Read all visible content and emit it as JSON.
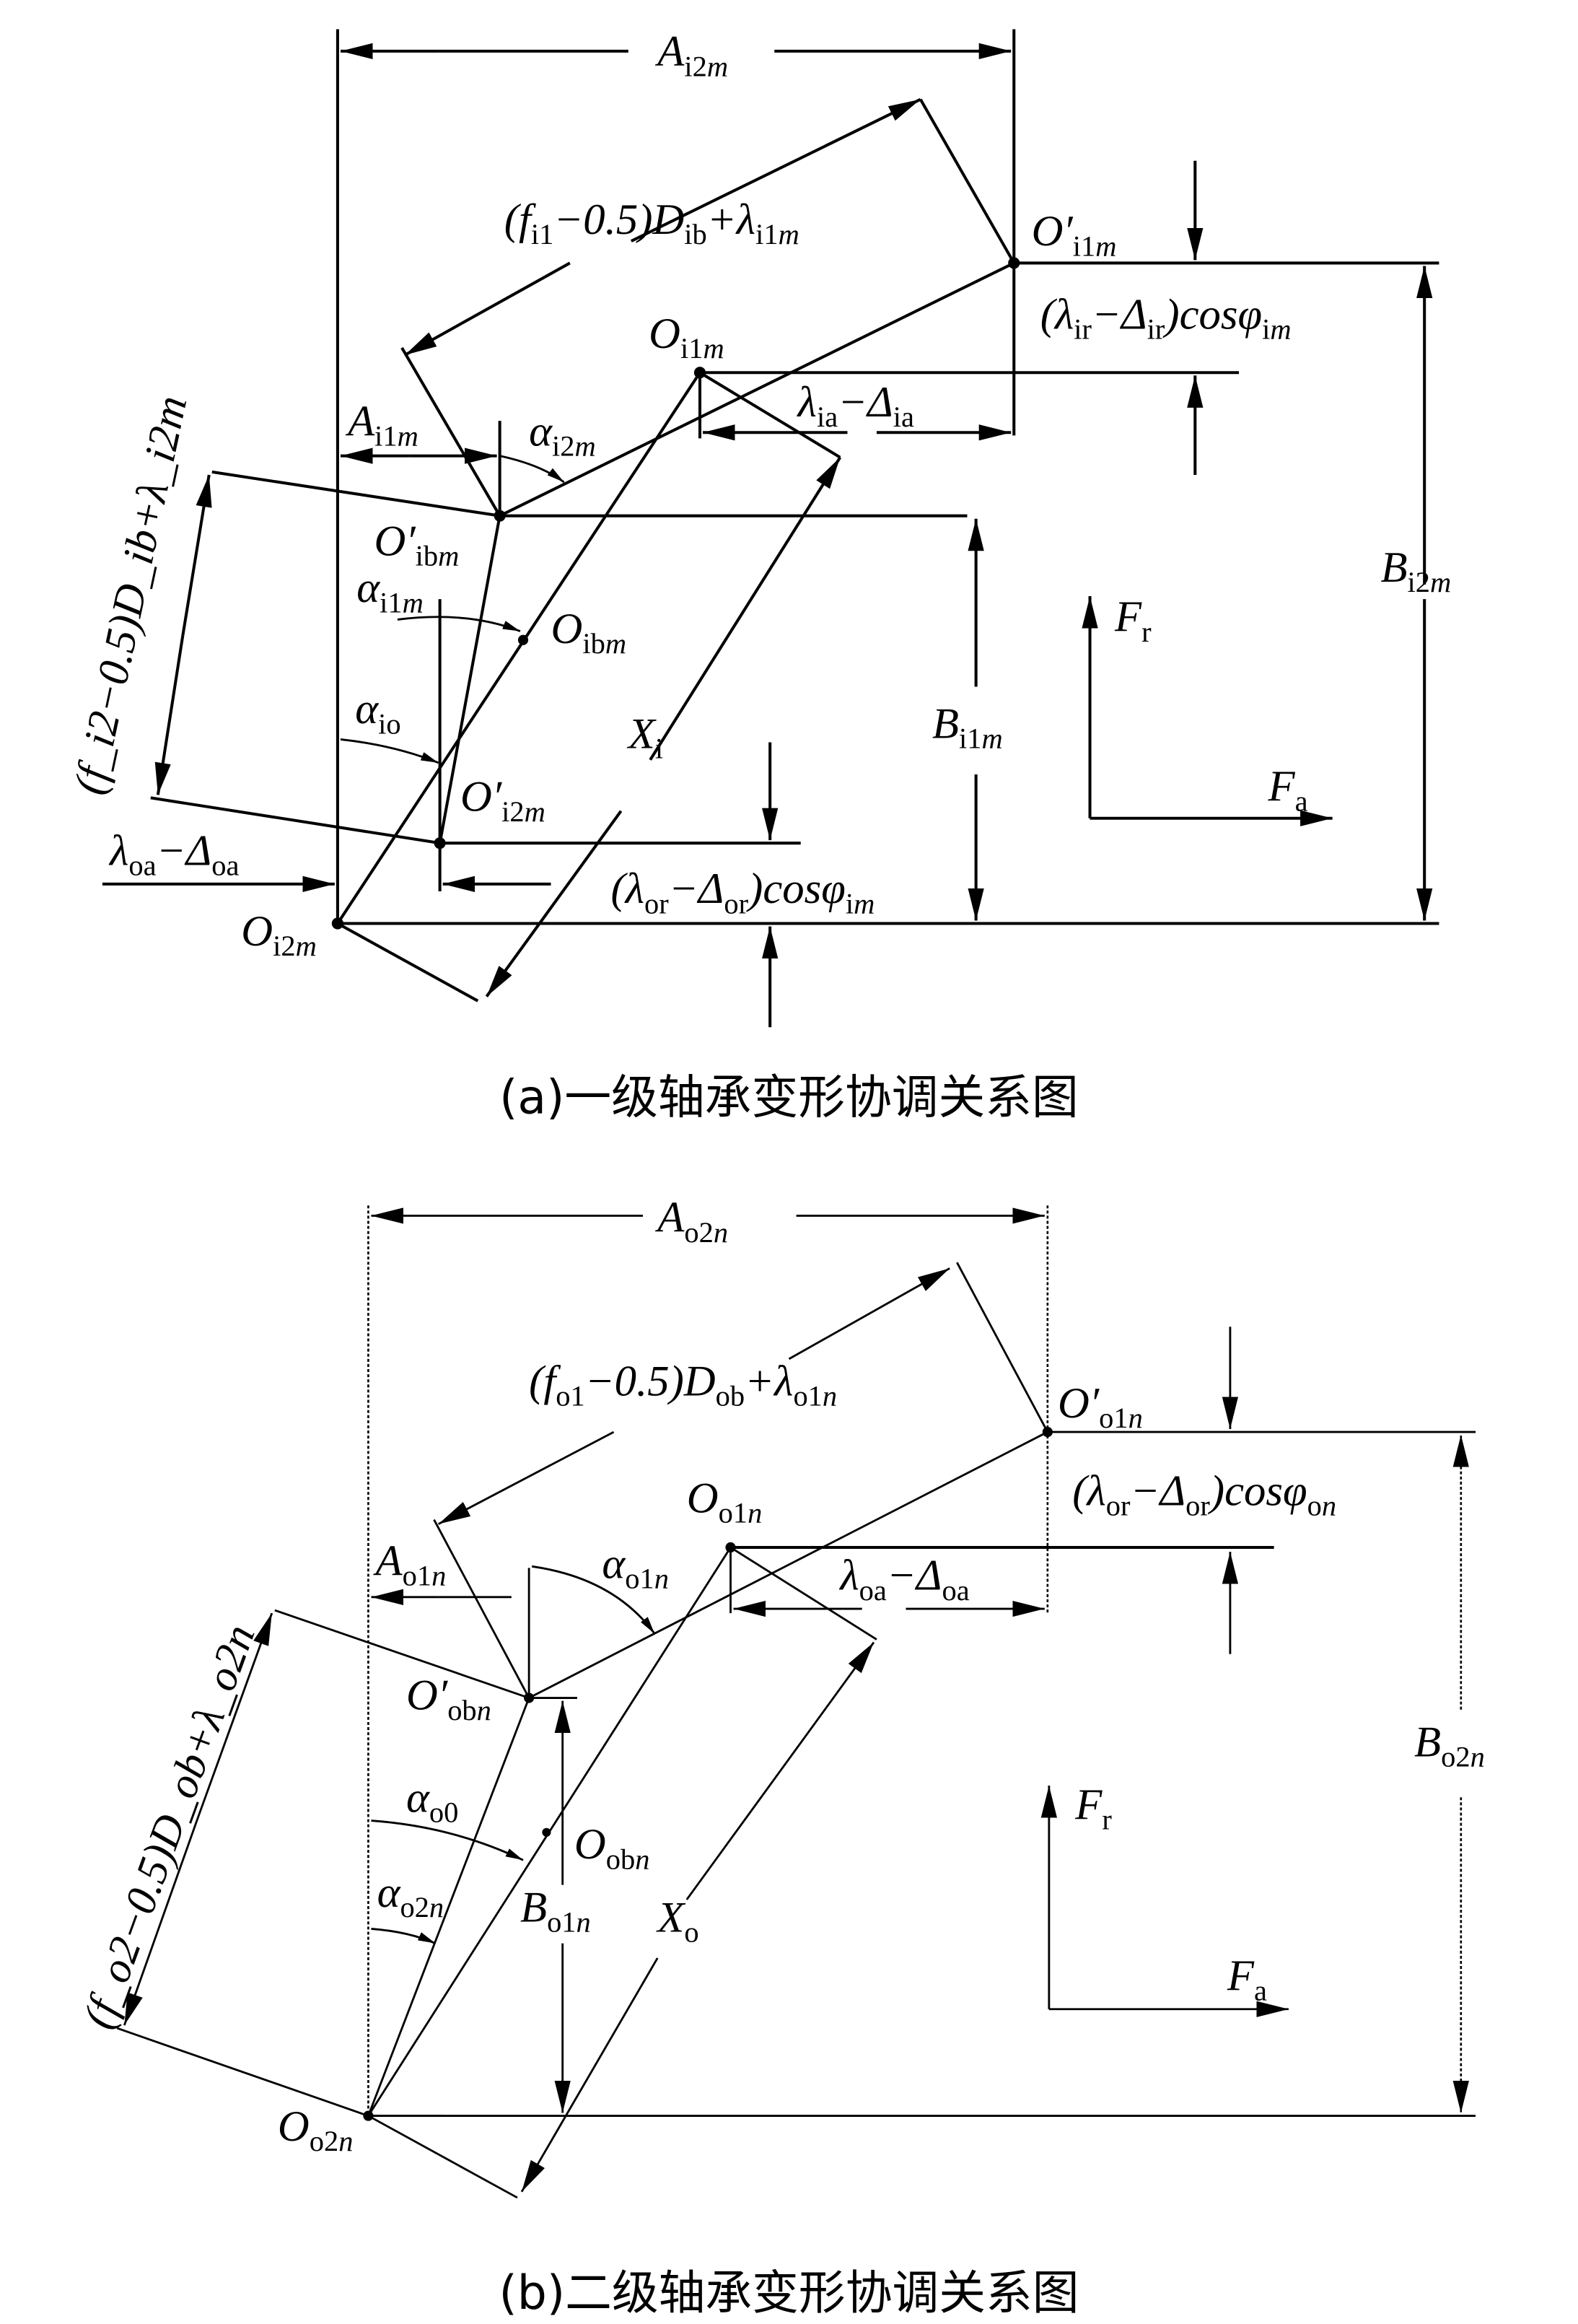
{
  "diagram_a": {
    "caption": "(a)一级轴承变形协调关系图",
    "labels": {
      "A_i2m": {
        "main": "A",
        "sub": "i2",
        "subi": "m"
      },
      "f_i1": {
        "pre": "(",
        "f": "f",
        "fsub": "i1",
        "mid": "−0.5)",
        "D": "D",
        "Dsub": "ib",
        "plus": "+",
        "lam": "λ",
        "lamsub": "i1",
        "lamsubi": "m"
      },
      "Op_i1m": {
        "main": "O′",
        "sub": "i1",
        "subi": "m"
      },
      "O_i1m": {
        "main": "O",
        "sub": "i1",
        "subi": "m"
      },
      "lir": {
        "text1": "(λ",
        "s1": "ir",
        "text2": "−Δ",
        "s2": "ir",
        "text3": ")cosφ",
        "s3": "i",
        "s3i": "m"
      },
      "lia": {
        "text1": "λ",
        "s1": "ia",
        "text2": "−Δ",
        "s2": "ia"
      },
      "A_i1m": {
        "main": "A",
        "sub": "i1",
        "subi": "m"
      },
      "alpha_i2m": {
        "main": "α",
        "sub": "i2",
        "subi": "m"
      },
      "Op_ibm": {
        "main": "O′",
        "sub": "ib",
        "subi": "m"
      },
      "alpha_i1m": {
        "main": "α",
        "sub": "i1",
        "subi": "m"
      },
      "O_ibm": {
        "main": "O",
        "sub": "ib",
        "subi": "m"
      },
      "B_i2m": {
        "main": "B",
        "sub": "i2",
        "subi": "m"
      },
      "B_i1m": {
        "main": "B",
        "sub": "i1",
        "subi": "m"
      },
      "F_r": {
        "main": "F",
        "sub": "r"
      },
      "F_a": {
        "main": "F",
        "sub": "a"
      },
      "X_i": {
        "main": "X",
        "sub": "i"
      },
      "alpha_io": {
        "main": "α",
        "sub": "io"
      },
      "Op_i2m": {
        "main": "O′",
        "sub": "i2",
        "subi": "m"
      },
      "f_i2": "(f_i2−0.5)D_ib+λ_i2m",
      "loa": {
        "text1": "λ",
        "s1": "oa",
        "text2": "−Δ",
        "s2": "oa"
      },
      "lor": {
        "text1": "(λ",
        "s1": "or",
        "text2": "−Δ",
        "s2": "or",
        "text3": ")cosφ",
        "s3": "i",
        "s3i": "m"
      },
      "O_i2m": {
        "main": "O",
        "sub": "i2",
        "subi": "m"
      }
    }
  },
  "diagram_b": {
    "caption": "(b)二级轴承变形协调关系图",
    "labels": {
      "A_o2n": {
        "main": "A",
        "sub": "o2",
        "subi": "n"
      },
      "f_o1": {
        "pre": "(",
        "f": "f",
        "fsub": "o1",
        "mid": "−0.5)",
        "D": "D",
        "Dsub": "ob",
        "plus": "+",
        "lam": "λ",
        "lamsub": "o1",
        "lamsubi": "n"
      },
      "Op_o1n": {
        "main": "O′",
        "sub": "o1",
        "subi": "n"
      },
      "O_o1n": {
        "main": "O",
        "sub": "o1",
        "subi": "n"
      },
      "lor": {
        "text1": "(λ",
        "s1": "or",
        "text2": "−Δ",
        "s2": "or",
        "text3": ")cosφ",
        "s3": "o",
        "s3i": "n"
      },
      "loa": {
        "text1": "λ",
        "s1": "oa",
        "text2": "−Δ",
        "s2": "oa"
      },
      "A_o1n": {
        "main": "A",
        "sub": "o1",
        "subi": "n"
      },
      "alpha_o1n": {
        "main": "α",
        "sub": "o1",
        "subi": "n"
      },
      "Op_obn": {
        "main": "O′",
        "sub": "ob",
        "subi": "n"
      },
      "alpha_o0": {
        "main": "α",
        "sub": "o0"
      },
      "O_obn": {
        "main": "O",
        "sub": "ob",
        "subi": "n"
      },
      "alpha_o2n": {
        "main": "α",
        "sub": "o2",
        "subi": "n"
      },
      "B_o1n": {
        "main": "B",
        "sub": "o1",
        "subi": "n"
      },
      "X_o": {
        "main": "X",
        "sub": "o"
      },
      "B_o2n": {
        "main": "B",
        "sub": "o2",
        "subi": "n"
      },
      "F_r": {
        "main": "F",
        "sub": "r"
      },
      "F_a": {
        "main": "F",
        "sub": "a"
      },
      "f_o2": "(f_o2−0.5)D_ob+λ_o2n",
      "O_o2n": {
        "main": "O",
        "sub": "o2",
        "subi": "n"
      }
    }
  }
}
